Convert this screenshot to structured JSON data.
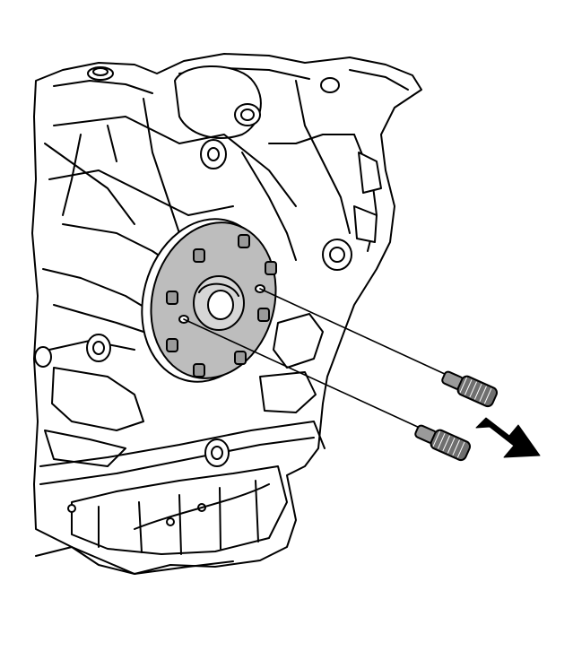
{
  "diagram": {
    "subject": "engine-block-rear-crankshaft-flange-bolt-removal",
    "colors": {
      "background": "#ffffff",
      "line": "#000000",
      "flange_fill": "#bdbdbd",
      "bolt_fill": "#9a9a9a",
      "arrow_fill": "#000000"
    },
    "parts": [
      {
        "name": "engine-block",
        "icon": "engine-block-icon"
      },
      {
        "name": "crankshaft-flange",
        "icon": "flange-icon"
      },
      {
        "name": "flange-bolt",
        "count": 8,
        "icon": "bolt-icon"
      },
      {
        "name": "guide-pin",
        "count": 2,
        "icon": "screw-icon"
      },
      {
        "name": "direction-arrow",
        "direction": "down-right",
        "icon": "arrow-icon"
      }
    ]
  }
}
